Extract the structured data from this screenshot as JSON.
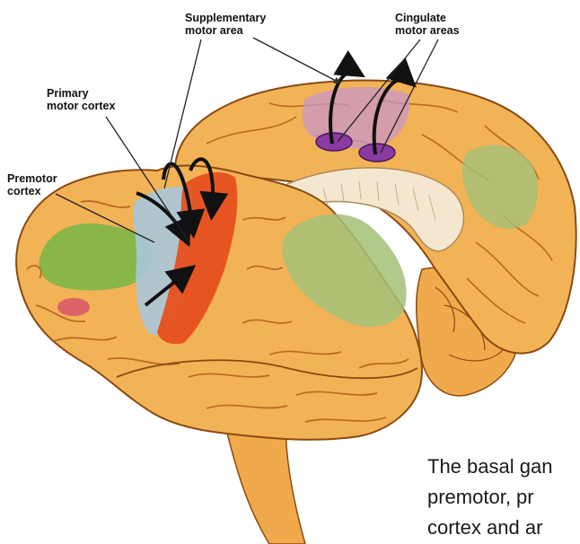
{
  "labels": {
    "supplementary_motor_area": "Supplementary\nmotor area",
    "cingulate_motor_areas": "Cingulate\nmotor areas",
    "primary_motor_cortex": "Primary\nmotor cortex",
    "premotor_cortex": "Premotor\ncortex"
  },
  "caption": {
    "line1": "The basal gan",
    "line2": "premotor, pr",
    "line3": "cortex and ar"
  },
  "colors": {
    "brain": "#f2b256",
    "brain_outline": "#8a4a12",
    "primary_motor": "#e5501f",
    "premotor": "#a9c6dc",
    "prefrontal_green": "#7db648",
    "parietal_green": "#a3c178",
    "cingulate": "#8a3aa0",
    "supplementary": "#c896c8",
    "corpus_callosum": "#f3e7cf",
    "arrow": "#111111"
  }
}
